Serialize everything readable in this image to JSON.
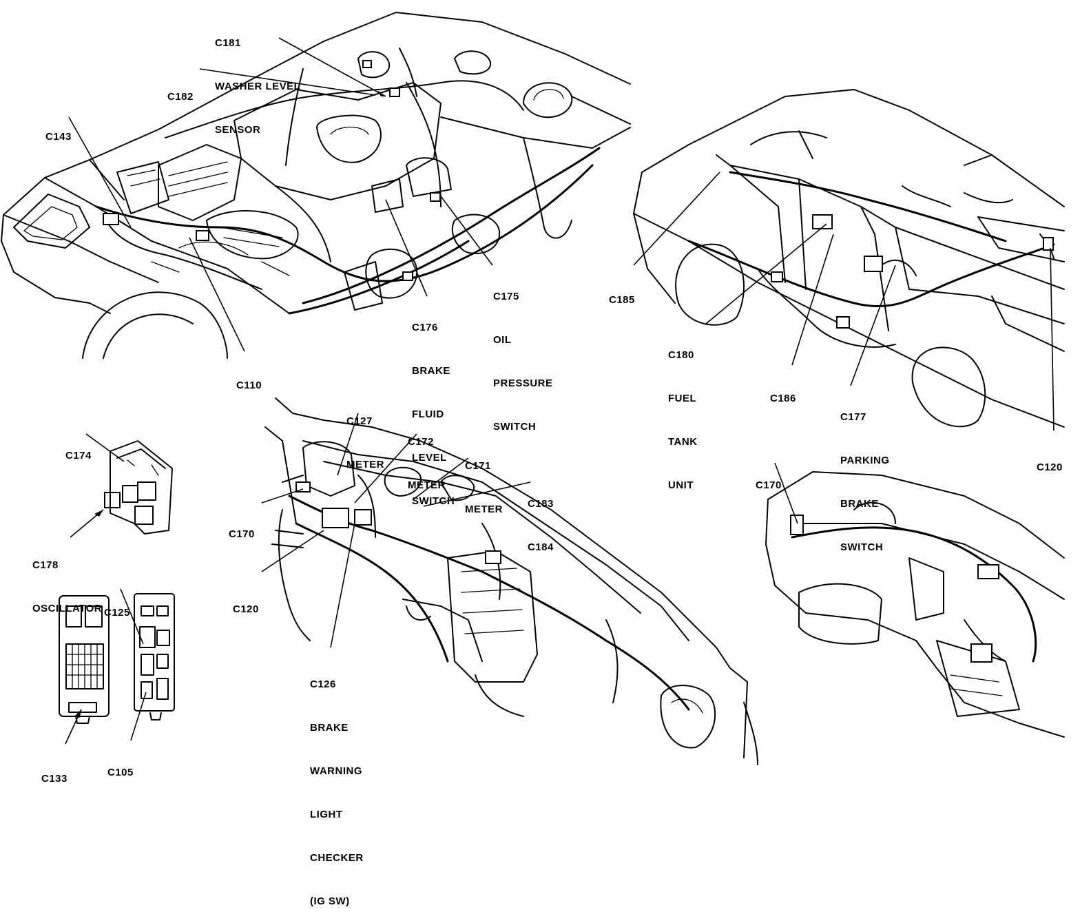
{
  "labels": {
    "c181": [
      "C181",
      "WASHER LEVEL",
      "SENSOR"
    ],
    "c182": [
      "C182"
    ],
    "c143": [
      "C143"
    ],
    "c110": [
      "C110"
    ],
    "c176": [
      "C176",
      "BRAKE",
      "FLUID",
      "LEVEL",
      "SWITCH"
    ],
    "c175": [
      "C175",
      "OIL",
      "PRESSURE",
      "SWITCH"
    ],
    "c185": [
      "C185"
    ],
    "c180": [
      "C180",
      "FUEL",
      "TANK",
      "UNIT"
    ],
    "c186": [
      "C186"
    ],
    "c177": [
      "C177",
      "PARKING",
      "BRAKE",
      "SWITCH"
    ],
    "c120_rear": [
      "C120"
    ],
    "c174": [
      "C174"
    ],
    "c178": [
      "C178",
      "OSCILLATOR"
    ],
    "c125": [
      "C125"
    ],
    "c133": [
      "C133"
    ],
    "c105": [
      "C105"
    ],
    "c127": [
      "C127",
      "METER"
    ],
    "c172": [
      "C172",
      "METER"
    ],
    "c171": [
      "C171",
      "METER"
    ],
    "c183": [
      "C183",
      "C184"
    ],
    "c170_dash": [
      "C170"
    ],
    "c120_dash": [
      "C120"
    ],
    "c126": [
      "C126",
      "BRAKE",
      "WARNING",
      "LIGHT",
      "CHECKER",
      "(IG SW)"
    ],
    "c170_right": [
      "C170"
    ]
  }
}
